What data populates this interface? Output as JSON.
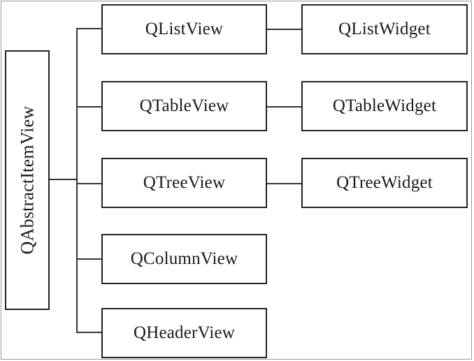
{
  "diagram": {
    "root": {
      "label": "QAbstractItemView"
    },
    "children": [
      {
        "label": "QListView",
        "subclass": "QListWidget"
      },
      {
        "label": "QTableView",
        "subclass": "QTableWidget"
      },
      {
        "label": "QTreeView",
        "subclass": "QTreeWidget"
      },
      {
        "label": "QColumnView"
      },
      {
        "label": "QHeaderView"
      }
    ]
  },
  "colors": {
    "line": "#333333",
    "border": "#222222",
    "text": "#1a1a1a",
    "background": "#ffffff"
  }
}
